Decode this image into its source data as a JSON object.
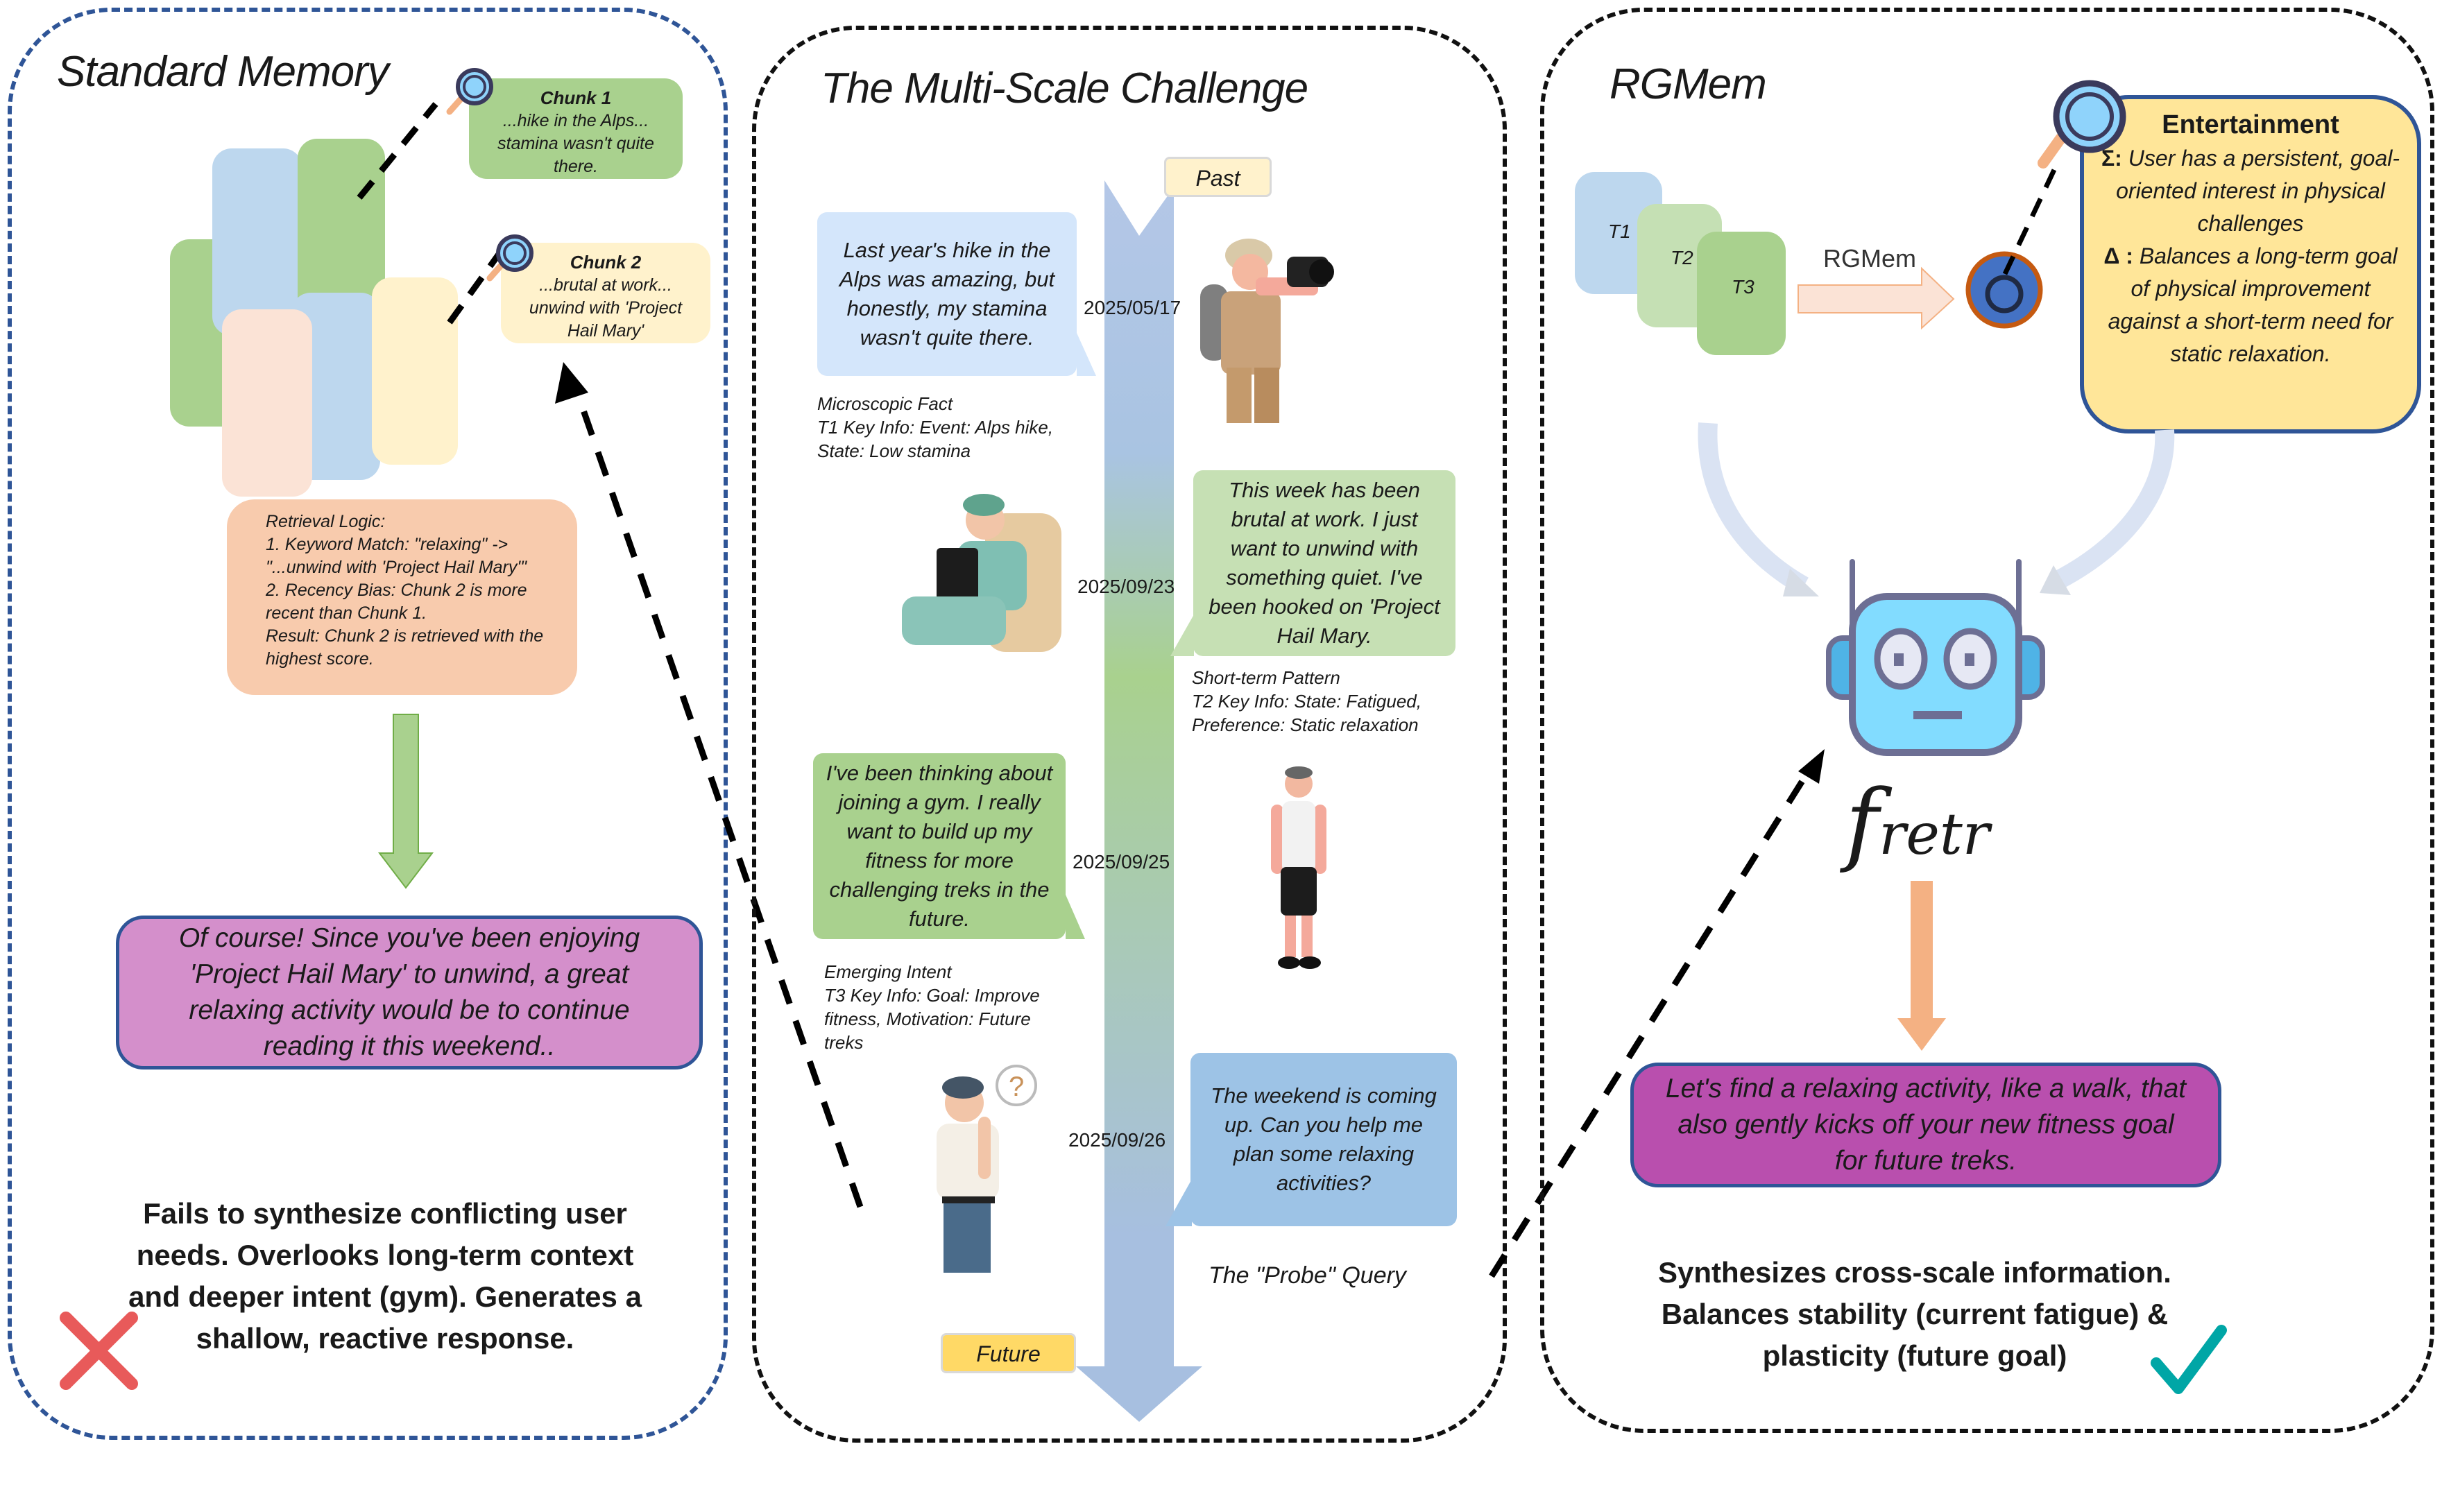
{
  "panels": {
    "standard": {
      "title": "Standard Memory",
      "chunk1": {
        "title": "Chunk 1",
        "text": "...hike in the Alps... stamina wasn't quite there."
      },
      "chunk2": {
        "title": "Chunk 2",
        "text": "...brutal at work... unwind with 'Project Hail Mary'"
      },
      "retrieval_logic": [
        "Retrieval Logic:",
        "1. Keyword Match: \"relaxing\" -> \"...unwind with 'Project Hail Mary'\"",
        "2. Recency Bias: Chunk 2 is more recent than Chunk 1.",
        "Result: Chunk 2 is retrieved with the highest score."
      ],
      "response": "Of course! Since you've been enjoying 'Project Hail Mary' to unwind, a great relaxing activity would be to continue reading it this weekend..",
      "verdict": "Fails to synthesize conflicting user needs. Overlooks long-term context and deeper intent (gym). Generates a shallow, reactive response.",
      "verdict_icon": "cross-icon"
    },
    "challenge": {
      "title": "The Multi-Scale Challenge",
      "past_label": "Past",
      "future_label": "Future",
      "events": [
        {
          "date": "2025/05/17",
          "message": "Last year's hike in the Alps was amazing, but honestly, my stamina wasn't quite there.",
          "note": "Microscopic Fact\nT1 Key Info: Event: Alps hike,\nState: Low stamina",
          "color": "#d4e6fb",
          "figure": "photographer-hiker-figure"
        },
        {
          "date": "2025/09/23",
          "message": "This week has been brutal at work. I just want to unwind with something quiet. I've been hooked on 'Project Hail Mary.",
          "note": "Short-term Pattern\nT2 Key Info: State: Fatigued,\nPreference: Static relaxation",
          "color": "#c6e0b4",
          "figure": "reading-armchair-figure"
        },
        {
          "date": "2025/09/25",
          "message": "I've been thinking about joining a gym. I really want to build up my fitness for more challenging treks in the future.",
          "note": "Emerging Intent\nT3 Key Info: Goal: Improve\nfitness, Motivation: Future\ntreks",
          "color": "#a9d18e",
          "figure": "athletic-man-figure"
        },
        {
          "date": "2025/09/26",
          "message": "The weekend is coming up. Can you help me plan some relaxing activities?",
          "note": "The \"Probe\" Query",
          "color": "#9dc3e6",
          "figure": "thinking-man-figure"
        }
      ]
    },
    "rgmem": {
      "title": "RGMem",
      "tiers": [
        "T1",
        "T2",
        "T3"
      ],
      "arrow_label": "RGMem",
      "profile": {
        "title": "Entertainment",
        "sigma_label": "Σ:",
        "sigma_text": "User has a persistent, goal-oriented interest in physical challenges",
        "delta_label": "Δ :",
        "delta_text": "Balances a long-term goal of physical improvement against a short-term need for static relaxation."
      },
      "function_label_main": "f",
      "function_label_sub": "retr",
      "response": "Let's find a relaxing activity, like a walk, that also gently kicks off your new fitness goal for future treks.",
      "verdict": "Synthesizes cross-scale information. Balances stability (current fatigue) & plasticity (future goal)",
      "verdict_icon": "check-icon"
    }
  },
  "colors": {
    "left_border": "#2f5597",
    "chunk_green": "#a9d18e",
    "chunk_yellow": "#fff2cc",
    "retrieval_bg": "#f8cbad",
    "left_response_bg": "#d48fcb",
    "right_response_bg": "#b94fae",
    "profile_bg": "#ffe699",
    "cross": "#e85a5a",
    "check": "#00a6a6"
  }
}
